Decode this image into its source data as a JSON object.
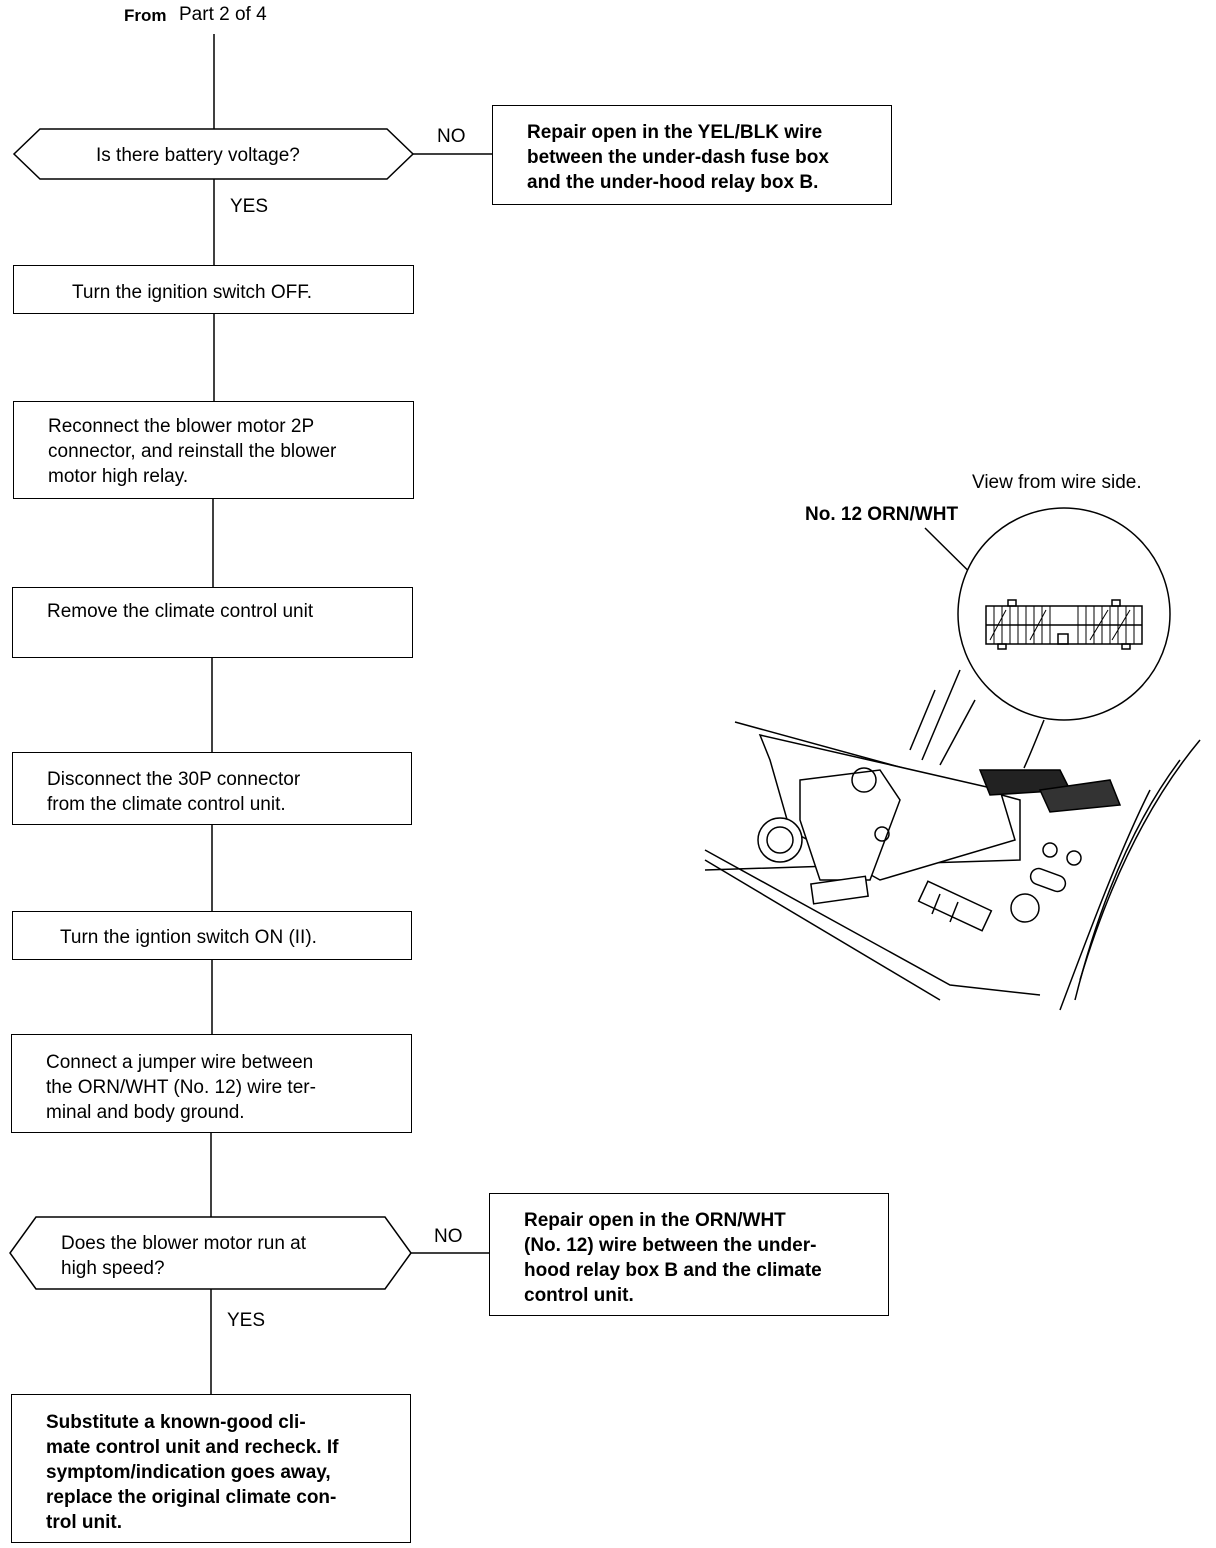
{
  "header": {
    "from_label": "From",
    "from_ref": "Part 2 of 4"
  },
  "flow": {
    "decision1": "Is there battery voltage?",
    "no1": "NO",
    "repair1": "Repair open in the YEL/BLK wire\nbetween the under-dash fuse box\nand the under-hood relay box B.",
    "yes1": "YES",
    "step1": "Turn the ignition switch OFF.",
    "step2": "Reconnect the blower motor 2P\nconnector, and reinstall the blower\nmotor high relay.",
    "step3": "Remove the climate control unit",
    "step4": "Disconnect the 30P connector\nfrom the climate control unit.",
    "step5": "Turn the igntion switch ON (II).",
    "step6": "Connect a jumper wire between\nthe ORN/WHT (No. 12) wire ter-\nminal and body ground.",
    "decision2": "Does the blower motor run at\nhigh speed?",
    "no2": "NO",
    "repair2": "Repair open in the ORN/WHT\n(No. 12) wire between the under-\nhood relay box B and the climate\ncontrol unit.",
    "yes2": "YES",
    "final": "Substitute a known-good cli-\nmate control unit and recheck. If\nsymptom/indication goes away,\nreplace the original climate con-\ntrol unit."
  },
  "illustration": {
    "view_label": "View from wire side.",
    "terminal_label": "No. 12 ORN/WHT"
  },
  "colors": {
    "line": "#000000",
    "background": "#ffffff"
  }
}
